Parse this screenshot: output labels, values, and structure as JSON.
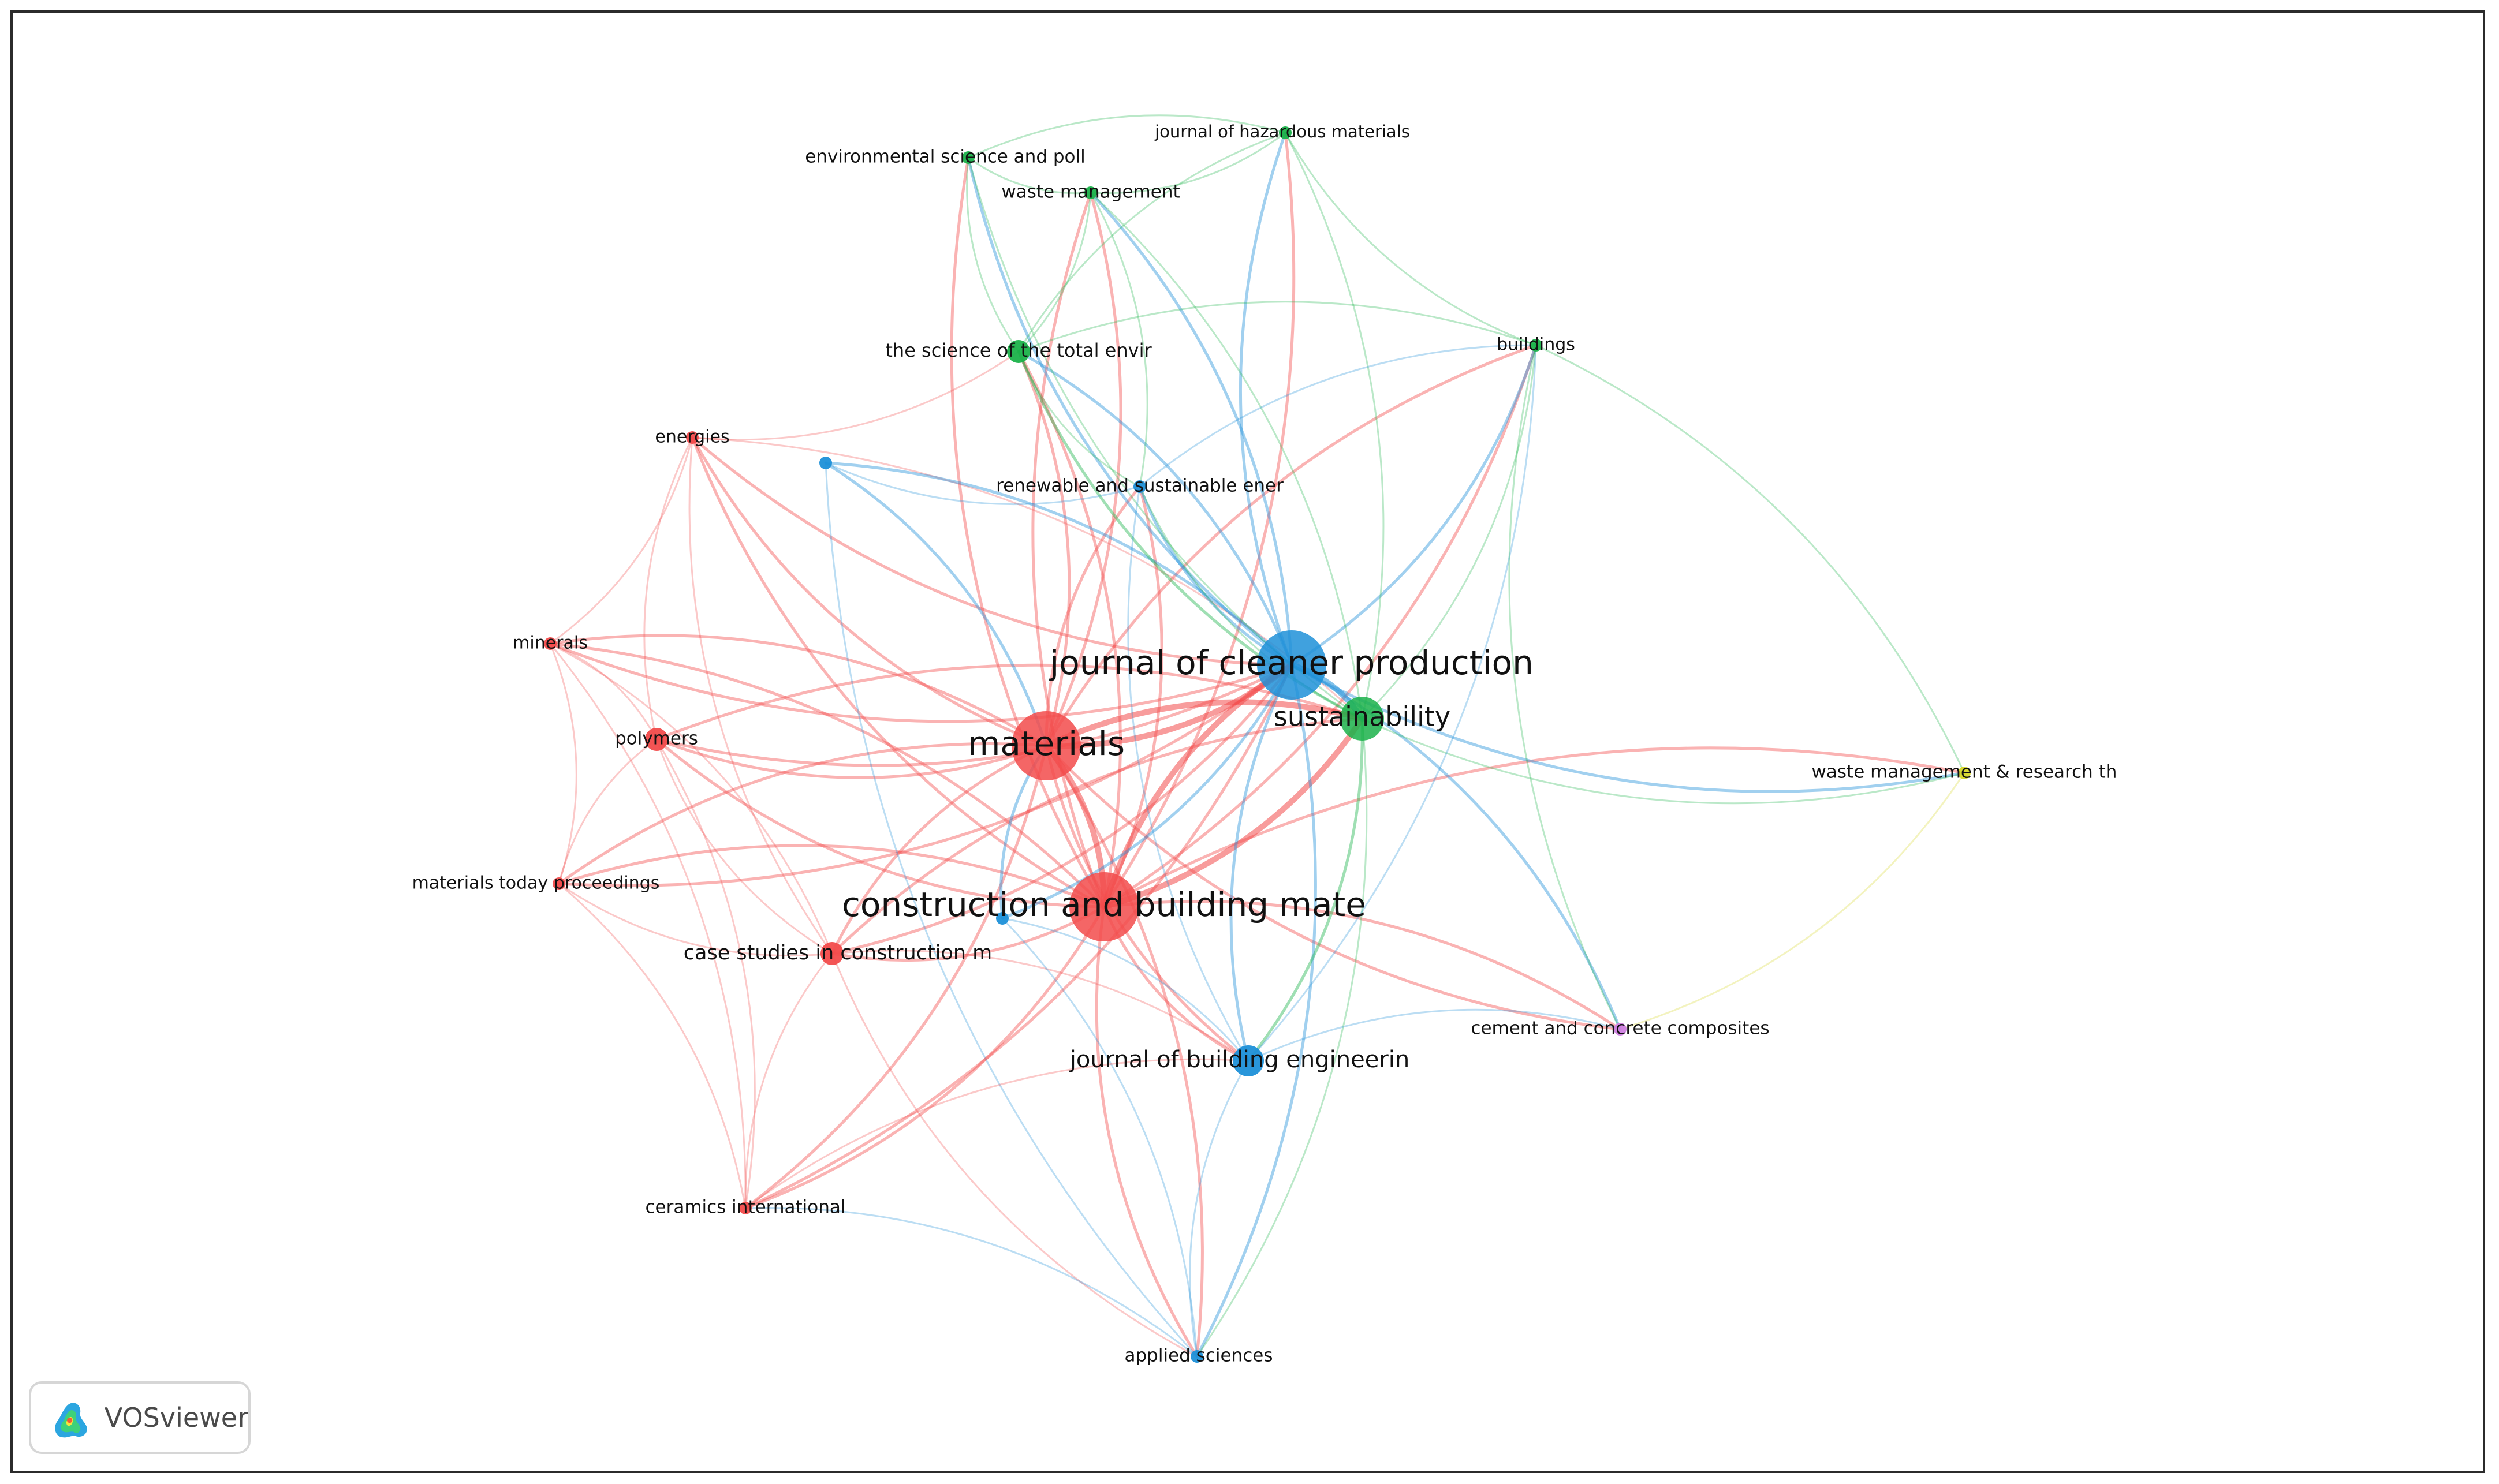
{
  "app": {
    "logo_text": "VOSviewer"
  },
  "colors": {
    "cluster_red": "#f24b4b",
    "cluster_green": "#1bb24a",
    "cluster_blue": "#1e90d8",
    "cluster_yellow": "#d8d82a",
    "cluster_purple": "#cf7fe0"
  },
  "network": {
    "nodes": [
      {
        "id": "materials",
        "label": "materials",
        "cluster": "red",
        "weight": 5
      },
      {
        "id": "cbm",
        "label": "construction and building mate",
        "cluster": "red",
        "weight": 5
      },
      {
        "id": "csc",
        "label": "case studies in construction m",
        "cluster": "red",
        "weight": 2
      },
      {
        "id": "polymers",
        "label": "polymers",
        "cluster": "red",
        "weight": 2
      },
      {
        "id": "minerals",
        "label": "minerals",
        "cluster": "red",
        "weight": 1
      },
      {
        "id": "energies",
        "label": "energies",
        "cluster": "red",
        "weight": 1
      },
      {
        "id": "mtp",
        "label": "materials today proceedings",
        "cluster": "red",
        "weight": 1
      },
      {
        "id": "ceramics",
        "label": "ceramics international",
        "cluster": "red",
        "weight": 1
      },
      {
        "id": "jcp",
        "label": "journal of cleaner production",
        "cluster": "blue",
        "weight": 5
      },
      {
        "id": "jbe",
        "label": "journal of building engineerin",
        "cluster": "blue",
        "weight": 3
      },
      {
        "id": "applied",
        "label": "applied sciences",
        "cluster": "blue",
        "weight": 1
      },
      {
        "id": "rser",
        "label": "renewable and sustainable ener",
        "cluster": "blue",
        "weight": 1
      },
      {
        "id": "blue_small_1",
        "label": "",
        "cluster": "blue",
        "weight": 1
      },
      {
        "id": "blue_small_2",
        "label": "",
        "cluster": "blue",
        "weight": 1
      },
      {
        "id": "sustainability",
        "label": "sustainability",
        "cluster": "green",
        "weight": 4
      },
      {
        "id": "stoten",
        "label": "the science of the total envir",
        "cluster": "green",
        "weight": 2
      },
      {
        "id": "espr",
        "label": "environmental science and poll",
        "cluster": "green",
        "weight": 1
      },
      {
        "id": "wm",
        "label": "waste management",
        "cluster": "green",
        "weight": 1
      },
      {
        "id": "jhm",
        "label": "journal of hazardous materials",
        "cluster": "green",
        "weight": 1
      },
      {
        "id": "buildings",
        "label": "buildings",
        "cluster": "green",
        "weight": 1
      },
      {
        "id": "wmr",
        "label": "waste management & research th",
        "cluster": "yellow",
        "weight": 1
      },
      {
        "id": "ccc",
        "label": "cement and concrete composites",
        "cluster": "purple",
        "weight": 1
      }
    ],
    "links": [
      [
        "materials",
        "cbm"
      ],
      [
        "materials",
        "jcp"
      ],
      [
        "materials",
        "sustainability"
      ],
      [
        "materials",
        "csc"
      ],
      [
        "materials",
        "polymers"
      ],
      [
        "materials",
        "minerals"
      ],
      [
        "materials",
        "energies"
      ],
      [
        "materials",
        "mtp"
      ],
      [
        "materials",
        "ceramics"
      ],
      [
        "materials",
        "jbe"
      ],
      [
        "materials",
        "applied"
      ],
      [
        "materials",
        "stoten"
      ],
      [
        "materials",
        "rser"
      ],
      [
        "materials",
        "ccc"
      ],
      [
        "materials",
        "buildings"
      ],
      [
        "materials",
        "wm"
      ],
      [
        "cbm",
        "jcp"
      ],
      [
        "cbm",
        "sustainability"
      ],
      [
        "cbm",
        "csc"
      ],
      [
        "cbm",
        "jbe"
      ],
      [
        "cbm",
        "polymers"
      ],
      [
        "cbm",
        "minerals"
      ],
      [
        "cbm",
        "energies"
      ],
      [
        "cbm",
        "mtp"
      ],
      [
        "cbm",
        "ceramics"
      ],
      [
        "cbm",
        "applied"
      ],
      [
        "cbm",
        "ccc"
      ],
      [
        "cbm",
        "stoten"
      ],
      [
        "cbm",
        "wm"
      ],
      [
        "cbm",
        "jhm"
      ],
      [
        "cbm",
        "espr"
      ],
      [
        "cbm",
        "rser"
      ],
      [
        "cbm",
        "wmr"
      ],
      [
        "cbm",
        "buildings"
      ],
      [
        "csc",
        "polymers"
      ],
      [
        "csc",
        "minerals"
      ],
      [
        "csc",
        "mtp"
      ],
      [
        "csc",
        "ceramics"
      ],
      [
        "csc",
        "jbe"
      ],
      [
        "csc",
        "jcp"
      ],
      [
        "csc",
        "energies"
      ],
      [
        "csc",
        "applied"
      ],
      [
        "csc",
        "sustainability"
      ],
      [
        "polymers",
        "mtp"
      ],
      [
        "polymers",
        "ceramics"
      ],
      [
        "polymers",
        "minerals"
      ],
      [
        "polymers",
        "energies"
      ],
      [
        "polymers",
        "jcp"
      ],
      [
        "polymers",
        "sustainability"
      ],
      [
        "minerals",
        "energies"
      ],
      [
        "minerals",
        "ceramics"
      ],
      [
        "minerals",
        "jcp"
      ],
      [
        "minerals",
        "mtp"
      ],
      [
        "energies",
        "jcp"
      ],
      [
        "energies",
        "sustainability"
      ],
      [
        "energies",
        "stoten"
      ],
      [
        "mtp",
        "ceramics"
      ],
      [
        "mtp",
        "jcp"
      ],
      [
        "jcp",
        "sustainability"
      ],
      [
        "jcp",
        "jbe"
      ],
      [
        "jcp",
        "applied"
      ],
      [
        "jcp",
        "stoten"
      ],
      [
        "jcp",
        "espr"
      ],
      [
        "jcp",
        "wm"
      ],
      [
        "jcp",
        "jhm"
      ],
      [
        "jcp",
        "buildings"
      ],
      [
        "jcp",
        "rser"
      ],
      [
        "jcp",
        "wmr"
      ],
      [
        "jcp",
        "ccc"
      ],
      [
        "jcp",
        "blue_small_1"
      ],
      [
        "sustainability",
        "jbe"
      ],
      [
        "sustainability",
        "buildings"
      ],
      [
        "sustainability",
        "stoten"
      ],
      [
        "sustainability",
        "wmr"
      ],
      [
        "sustainability",
        "applied"
      ],
      [
        "sustainability",
        "wm"
      ],
      [
        "sustainability",
        "espr"
      ],
      [
        "sustainability",
        "jhm"
      ],
      [
        "sustainability",
        "rser"
      ],
      [
        "jbe",
        "applied"
      ],
      [
        "jbe",
        "ccc"
      ],
      [
        "jbe",
        "buildings"
      ],
      [
        "jbe",
        "rser"
      ],
      [
        "jbe",
        "blue_small_2"
      ],
      [
        "stoten",
        "espr"
      ],
      [
        "stoten",
        "wm"
      ],
      [
        "stoten",
        "jhm"
      ],
      [
        "stoten",
        "rser"
      ],
      [
        "stoten",
        "buildings"
      ],
      [
        "espr",
        "wm"
      ],
      [
        "espr",
        "jhm"
      ],
      [
        "wm",
        "jhm"
      ],
      [
        "wm",
        "rser"
      ],
      [
        "jhm",
        "buildings"
      ],
      [
        "buildings",
        "wmr"
      ],
      [
        "buildings",
        "ccc"
      ],
      [
        "rser",
        "buildings"
      ],
      [
        "blue_small_1",
        "rser"
      ],
      [
        "blue_small_1",
        "materials"
      ],
      [
        "blue_small_1",
        "applied"
      ],
      [
        "blue_small_2",
        "materials"
      ],
      [
        "blue_small_2",
        "jcp"
      ],
      [
        "blue_small_2",
        "applied"
      ],
      [
        "ceramics",
        "jcp"
      ],
      [
        "ceramics",
        "jbe"
      ],
      [
        "applied",
        "ceramics"
      ],
      [
        "wmr",
        "ccc"
      ]
    ]
  }
}
